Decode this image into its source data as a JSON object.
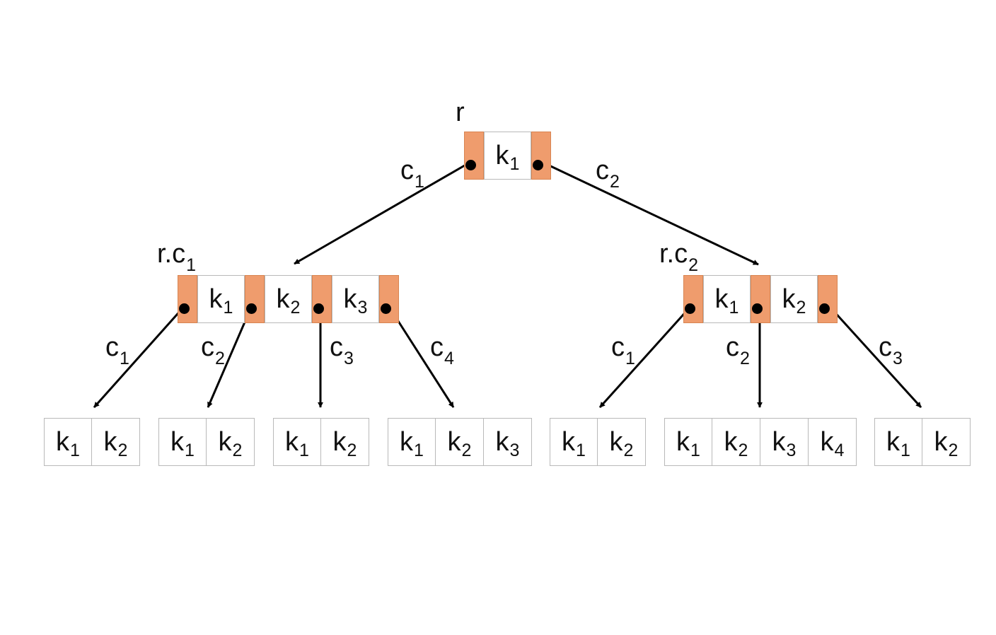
{
  "tree": {
    "root": {
      "name": "r",
      "keys": [
        {
          "t": "k",
          "s": "1"
        }
      ],
      "edges": [
        {
          "t": "c",
          "s": "1"
        },
        {
          "t": "c",
          "s": "2"
        }
      ]
    },
    "left": {
      "name": {
        "t": "r.c",
        "s": "1"
      },
      "keys": [
        {
          "t": "k",
          "s": "1"
        },
        {
          "t": "k",
          "s": "2"
        },
        {
          "t": "k",
          "s": "3"
        }
      ],
      "edges": [
        {
          "t": "c",
          "s": "1"
        },
        {
          "t": "c",
          "s": "2"
        },
        {
          "t": "c",
          "s": "3"
        },
        {
          "t": "c",
          "s": "4"
        }
      ],
      "children": [
        {
          "keys": [
            {
              "t": "k",
              "s": "1"
            },
            {
              "t": "k",
              "s": "2"
            }
          ]
        },
        {
          "keys": [
            {
              "t": "k",
              "s": "1"
            },
            {
              "t": "k",
              "s": "2"
            }
          ]
        },
        {
          "keys": [
            {
              "t": "k",
              "s": "1"
            },
            {
              "t": "k",
              "s": "2"
            }
          ]
        },
        {
          "keys": [
            {
              "t": "k",
              "s": "1"
            },
            {
              "t": "k",
              "s": "2"
            },
            {
              "t": "k",
              "s": "3"
            }
          ]
        }
      ]
    },
    "right": {
      "name": {
        "t": "r.c",
        "s": "2"
      },
      "keys": [
        {
          "t": "k",
          "s": "1"
        },
        {
          "t": "k",
          "s": "2"
        }
      ],
      "edges": [
        {
          "t": "c",
          "s": "1"
        },
        {
          "t": "c",
          "s": "2"
        },
        {
          "t": "c",
          "s": "3"
        }
      ],
      "children": [
        {
          "keys": [
            {
              "t": "k",
              "s": "1"
            },
            {
              "t": "k",
              "s": "2"
            }
          ]
        },
        {
          "keys": [
            {
              "t": "k",
              "s": "1"
            },
            {
              "t": "k",
              "s": "2"
            },
            {
              "t": "k",
              "s": "3"
            },
            {
              "t": "k",
              "s": "4"
            }
          ]
        },
        {
          "keys": [
            {
              "t": "k",
              "s": "1"
            },
            {
              "t": "k",
              "s": "2"
            }
          ]
        }
      ]
    }
  },
  "colors": {
    "pointer_fill": "#ef9c6d",
    "pointer_border": "#d88552",
    "key_border": "#b9b9b9",
    "edge": "#000000",
    "text": "#111111"
  }
}
